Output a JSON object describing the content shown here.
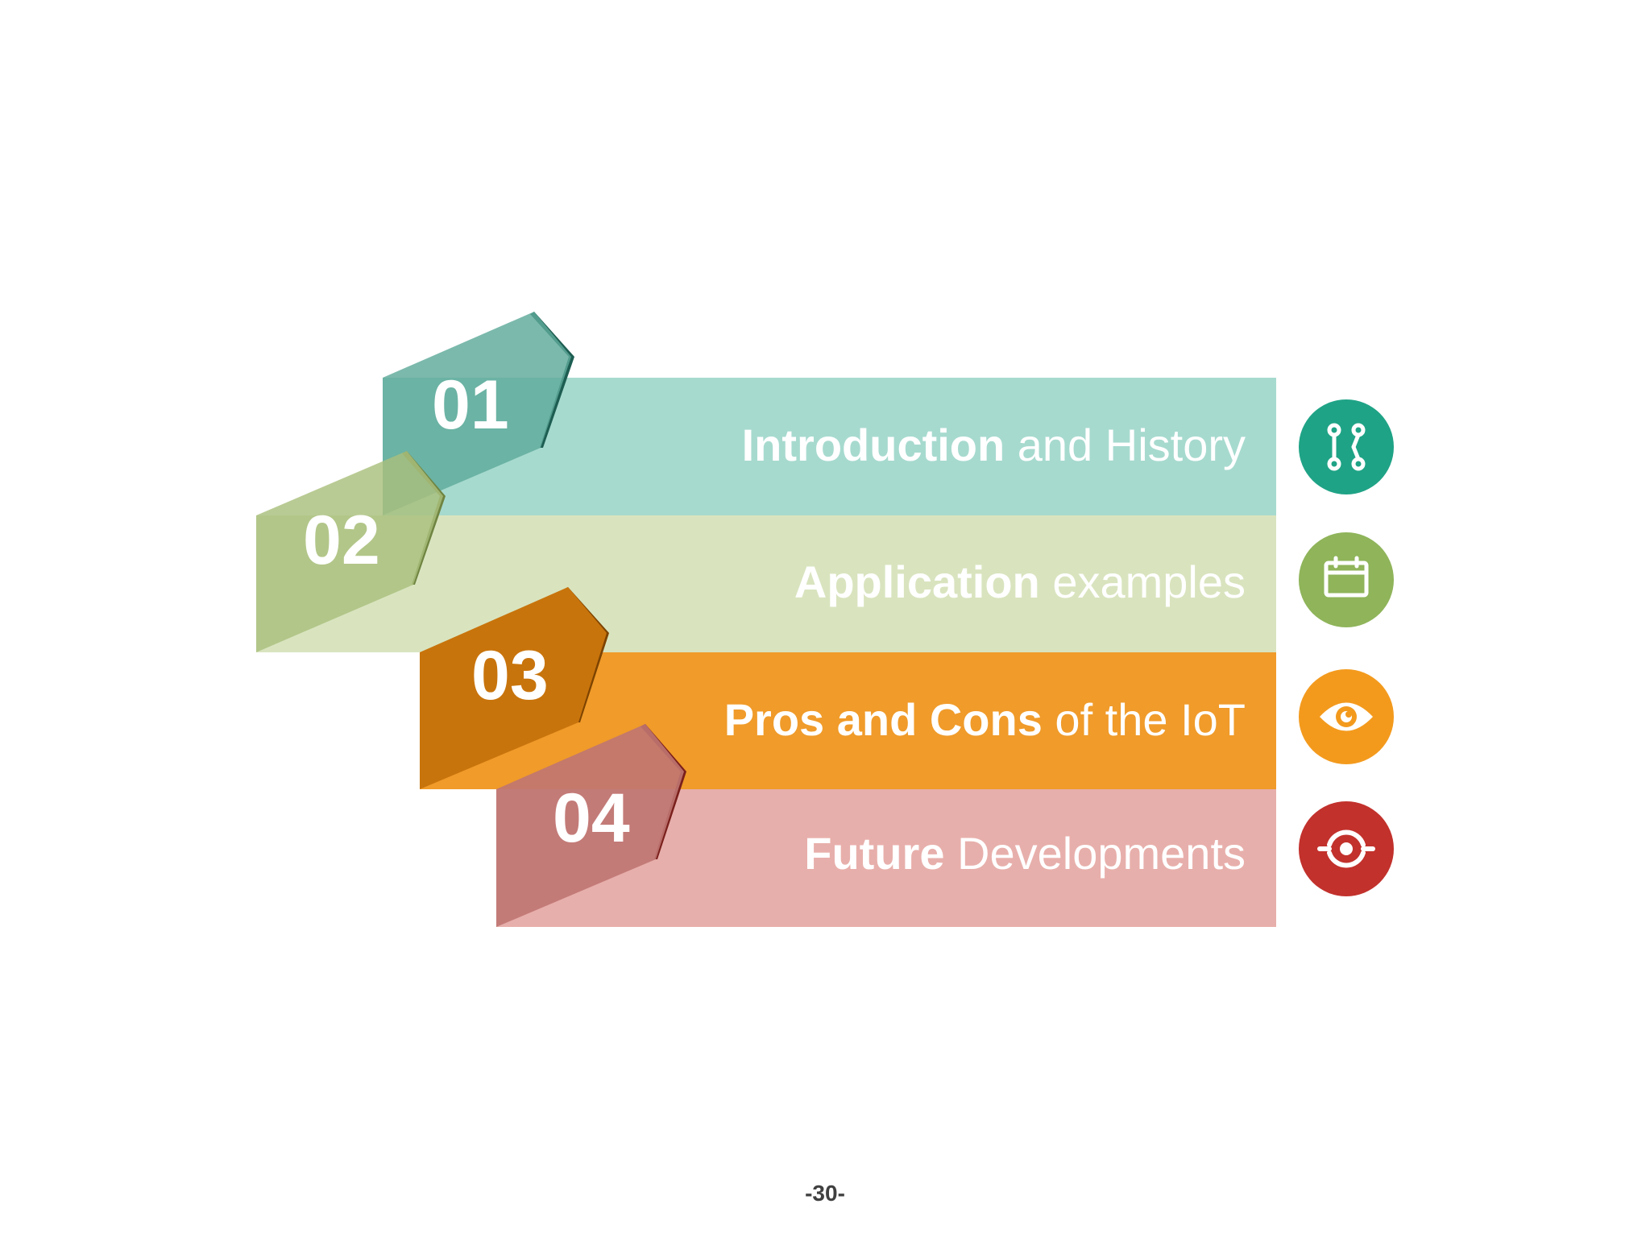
{
  "items": [
    {
      "number": "01",
      "bold": "Introduction",
      "rest": " and History",
      "icon": "circuit-icon",
      "colors": {
        "bar": "#a7dacf",
        "tab": "#5ea99a",
        "fold": "#1e5e52",
        "circle": "#1fa386"
      }
    },
    {
      "number": "02",
      "bold": "Application",
      "rest": " examples",
      "icon": "calendar-icon",
      "colors": {
        "bar": "#d9e4bf",
        "tab": "#a9bf7c",
        "fold": "#6f8440",
        "circle": "#8fb45a"
      }
    },
    {
      "number": "03",
      "bold": "Pros and Cons",
      "rest": " of the IoT",
      "icon": "eye-icon",
      "colors": {
        "bar": "#f09b2a",
        "tab": "#c8740c",
        "fold": "#7d4300",
        "circle": "#f39a1d"
      }
    },
    {
      "number": "04",
      "bold": "Future",
      "rest": " Developments",
      "icon": "sync-eye-icon",
      "colors": {
        "bar": "#e7afab",
        "tab": "#bf7672",
        "fold": "#7a1f1c",
        "circle": "#c2312c"
      }
    }
  ],
  "page_number": "-30-"
}
